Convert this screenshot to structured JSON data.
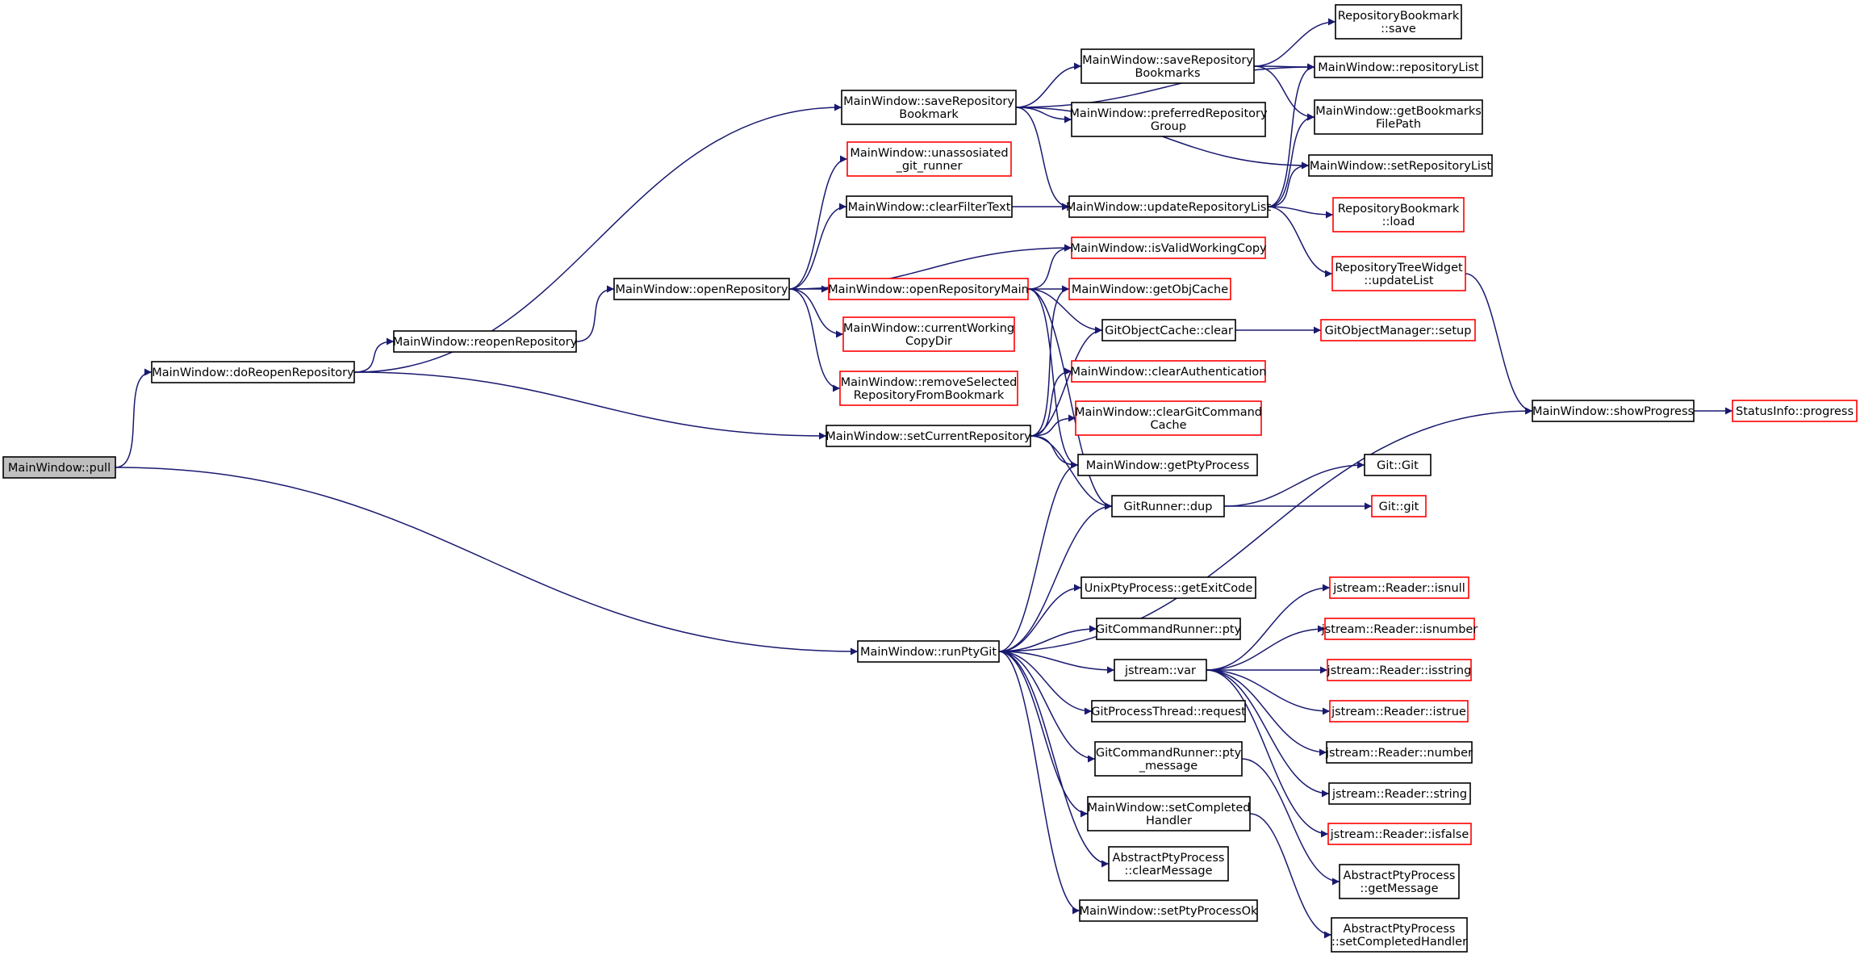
{
  "diagram": {
    "kind": "call-graph",
    "edge_color": "#191970",
    "external_node_border_color": "#ff0000",
    "root_fill_color": "#bfbfbf",
    "nodes": [
      {
        "id": "pull",
        "lines": [
          "MainWindow::pull"
        ],
        "style": "root"
      },
      {
        "id": "doReopenRepository",
        "lines": [
          "MainWindow::doReopenRepository"
        ],
        "style": "normal"
      },
      {
        "id": "saveRepositoryBookmark",
        "lines": [
          "MainWindow::saveRepository",
          "Bookmark"
        ],
        "style": "normal"
      },
      {
        "id": "saveRepositoryBookmarks",
        "lines": [
          "MainWindow::saveRepository",
          "Bookmarks"
        ],
        "style": "normal"
      },
      {
        "id": "RepositoryBookmark_save",
        "lines": [
          "RepositoryBookmark",
          "::save"
        ],
        "style": "normal"
      },
      {
        "id": "repositoryList",
        "lines": [
          "MainWindow::repositoryList"
        ],
        "style": "normal"
      },
      {
        "id": "getBookmarksFilePath",
        "lines": [
          "MainWindow::getBookmarks",
          "FilePath"
        ],
        "style": "normal"
      },
      {
        "id": "preferredRepositoryGroup",
        "lines": [
          "MainWindow::preferredRepository",
          "Group"
        ],
        "style": "normal"
      },
      {
        "id": "setRepositoryList",
        "lines": [
          "MainWindow::setRepositoryList"
        ],
        "style": "normal"
      },
      {
        "id": "updateRepositoryList",
        "lines": [
          "MainWindow::updateRepositoryList"
        ],
        "style": "normal"
      },
      {
        "id": "unassosiated_git_runner",
        "lines": [
          "MainWindow::unassosiated",
          "_git_runner"
        ],
        "style": "red"
      },
      {
        "id": "clearFilterText",
        "lines": [
          "MainWindow::clearFilterText"
        ],
        "style": "normal"
      },
      {
        "id": "RepositoryBookmark_load",
        "lines": [
          "RepositoryBookmark",
          "::load"
        ],
        "style": "red"
      },
      {
        "id": "RepositoryTreeWidget_updateList",
        "lines": [
          "RepositoryTreeWidget",
          "::updateList"
        ],
        "style": "red"
      },
      {
        "id": "isValidWorkingCopy",
        "lines": [
          "MainWindow::isValidWorkingCopy"
        ],
        "style": "red"
      },
      {
        "id": "openRepository",
        "lines": [
          "MainWindow::openRepository"
        ],
        "style": "normal"
      },
      {
        "id": "openRepositoryMain",
        "lines": [
          "MainWindow::openRepositoryMain"
        ],
        "style": "red"
      },
      {
        "id": "getObjCache",
        "lines": [
          "MainWindow::getObjCache"
        ],
        "style": "red"
      },
      {
        "id": "GitObjectCache_clear",
        "lines": [
          "GitObjectCache::clear"
        ],
        "style": "normal"
      },
      {
        "id": "GitObjectManager_setup",
        "lines": [
          "GitObjectManager::setup"
        ],
        "style": "red"
      },
      {
        "id": "reopenRepository",
        "lines": [
          "MainWindow::reopenRepository"
        ],
        "style": "normal"
      },
      {
        "id": "currentWorkingCopyDir",
        "lines": [
          "MainWindow::currentWorking",
          "CopyDir"
        ],
        "style": "red"
      },
      {
        "id": "removeSelectedRepositoryFromBookmark",
        "lines": [
          "MainWindow::removeSelected",
          "RepositoryFromBookmark"
        ],
        "style": "red"
      },
      {
        "id": "clearAuthentication",
        "lines": [
          "MainWindow::clearAuthentication"
        ],
        "style": "red"
      },
      {
        "id": "clearGitCommandCache",
        "lines": [
          "MainWindow::clearGitCommand",
          "Cache"
        ],
        "style": "red"
      },
      {
        "id": "setCurrentRepository",
        "lines": [
          "MainWindow::setCurrentRepository"
        ],
        "style": "normal"
      },
      {
        "id": "showProgress",
        "lines": [
          "MainWindow::showProgress"
        ],
        "style": "normal"
      },
      {
        "id": "StatusInfo_progress",
        "lines": [
          "StatusInfo::progress"
        ],
        "style": "red"
      },
      {
        "id": "getPtyProcess",
        "lines": [
          "MainWindow::getPtyProcess"
        ],
        "style": "normal"
      },
      {
        "id": "Git_Git",
        "lines": [
          "Git::Git"
        ],
        "style": "normal"
      },
      {
        "id": "GitRunner_dup",
        "lines": [
          "GitRunner::dup"
        ],
        "style": "normal"
      },
      {
        "id": "Git_git",
        "lines": [
          "Git::git"
        ],
        "style": "red"
      },
      {
        "id": "getExitCode",
        "lines": [
          "UnixPtyProcess::getExitCode"
        ],
        "style": "normal"
      },
      {
        "id": "jstream_isnull",
        "lines": [
          "jstream::Reader::isnull"
        ],
        "style": "red"
      },
      {
        "id": "GitCommandRunner_pty",
        "lines": [
          "GitCommandRunner::pty"
        ],
        "style": "normal"
      },
      {
        "id": "jstream_isnumber",
        "lines": [
          "jstream::Reader::isnumber"
        ],
        "style": "red"
      },
      {
        "id": "runPtyGit",
        "lines": [
          "MainWindow::runPtyGit"
        ],
        "style": "normal"
      },
      {
        "id": "jstream_var",
        "lines": [
          "jstream::var"
        ],
        "style": "normal"
      },
      {
        "id": "jstream_isstring",
        "lines": [
          "jstream::Reader::isstring"
        ],
        "style": "red"
      },
      {
        "id": "GitProcessThread_request",
        "lines": [
          "GitProcessThread::request"
        ],
        "style": "normal"
      },
      {
        "id": "jstream_istrue",
        "lines": [
          "jstream::Reader::istrue"
        ],
        "style": "red"
      },
      {
        "id": "pty_message",
        "lines": [
          "GitCommandRunner::pty",
          "_message"
        ],
        "style": "normal"
      },
      {
        "id": "jstream_number",
        "lines": [
          "jstream::Reader::number"
        ],
        "style": "normal"
      },
      {
        "id": "jstream_string",
        "lines": [
          "jstream::Reader::string"
        ],
        "style": "normal"
      },
      {
        "id": "setCompletedHandler",
        "lines": [
          "MainWindow::setCompleted",
          "Handler"
        ],
        "style": "normal"
      },
      {
        "id": "jstream_isfalse",
        "lines": [
          "jstream::Reader::isfalse"
        ],
        "style": "red"
      },
      {
        "id": "clearMessage",
        "lines": [
          "AbstractPtyProcess",
          "::clearMessage"
        ],
        "style": "normal"
      },
      {
        "id": "getMessage",
        "lines": [
          "AbstractPtyProcess",
          "::getMessage"
        ],
        "style": "normal"
      },
      {
        "id": "setPtyProcessOk",
        "lines": [
          "MainWindow::setPtyProcessOk"
        ],
        "style": "normal"
      },
      {
        "id": "AbstractPtyProcess_setCompletedHandler",
        "lines": [
          "AbstractPtyProcess",
          "::setCompletedHandler"
        ],
        "style": "normal"
      }
    ],
    "edges": [
      [
        "pull",
        "doReopenRepository"
      ],
      [
        "pull",
        "runPtyGit"
      ],
      [
        "doReopenRepository",
        "saveRepositoryBookmark"
      ],
      [
        "doReopenRepository",
        "reopenRepository"
      ],
      [
        "doReopenRepository",
        "setCurrentRepository"
      ],
      [
        "saveRepositoryBookmark",
        "saveRepositoryBookmarks"
      ],
      [
        "saveRepositoryBookmark",
        "repositoryList"
      ],
      [
        "saveRepositoryBookmark",
        "preferredRepositoryGroup"
      ],
      [
        "saveRepositoryBookmark",
        "setRepositoryList"
      ],
      [
        "saveRepositoryBookmark",
        "updateRepositoryList"
      ],
      [
        "saveRepositoryBookmarks",
        "RepositoryBookmark_save"
      ],
      [
        "saveRepositoryBookmarks",
        "repositoryList"
      ],
      [
        "saveRepositoryBookmarks",
        "getBookmarksFilePath"
      ],
      [
        "updateRepositoryList",
        "repositoryList"
      ],
      [
        "updateRepositoryList",
        "getBookmarksFilePath"
      ],
      [
        "updateRepositoryList",
        "setRepositoryList"
      ],
      [
        "updateRepositoryList",
        "RepositoryBookmark_load"
      ],
      [
        "updateRepositoryList",
        "RepositoryTreeWidget_updateList"
      ],
      [
        "RepositoryTreeWidget_updateList",
        "showProgress"
      ],
      [
        "showProgress",
        "StatusInfo_progress"
      ],
      [
        "reopenRepository",
        "openRepository"
      ],
      [
        "openRepository",
        "unassosiated_git_runner"
      ],
      [
        "openRepository",
        "clearFilterText"
      ],
      [
        "openRepository",
        "isValidWorkingCopy"
      ],
      [
        "openRepository",
        "openRepositoryMain"
      ],
      [
        "openRepository",
        "currentWorkingCopyDir"
      ],
      [
        "openRepository",
        "removeSelectedRepositoryFromBookmark"
      ],
      [
        "clearFilterText",
        "updateRepositoryList"
      ],
      [
        "openRepositoryMain",
        "isValidWorkingCopy"
      ],
      [
        "openRepositoryMain",
        "getObjCache"
      ],
      [
        "openRepositoryMain",
        "GitObjectCache_clear"
      ],
      [
        "openRepositoryMain",
        "getPtyProcess"
      ],
      [
        "openRepositoryMain",
        "GitRunner_dup"
      ],
      [
        "GitObjectCache_clear",
        "GitObjectManager_setup"
      ],
      [
        "setCurrentRepository",
        "getObjCache"
      ],
      [
        "setCurrentRepository",
        "GitObjectCache_clear"
      ],
      [
        "setCurrentRepository",
        "clearAuthentication"
      ],
      [
        "setCurrentRepository",
        "clearGitCommandCache"
      ],
      [
        "setCurrentRepository",
        "getPtyProcess"
      ],
      [
        "setCurrentRepository",
        "GitRunner_dup"
      ],
      [
        "GitRunner_dup",
        "Git_Git"
      ],
      [
        "GitRunner_dup",
        "Git_git"
      ],
      [
        "runPtyGit",
        "getPtyProcess"
      ],
      [
        "runPtyGit",
        "GitRunner_dup"
      ],
      [
        "runPtyGit",
        "showProgress"
      ],
      [
        "runPtyGit",
        "getExitCode"
      ],
      [
        "runPtyGit",
        "GitCommandRunner_pty"
      ],
      [
        "runPtyGit",
        "jstream_var"
      ],
      [
        "runPtyGit",
        "GitProcessThread_request"
      ],
      [
        "runPtyGit",
        "pty_message"
      ],
      [
        "runPtyGit",
        "setCompletedHandler"
      ],
      [
        "runPtyGit",
        "clearMessage"
      ],
      [
        "runPtyGit",
        "setPtyProcessOk"
      ],
      [
        "jstream_var",
        "jstream_isnull"
      ],
      [
        "jstream_var",
        "jstream_isnumber"
      ],
      [
        "jstream_var",
        "jstream_isstring"
      ],
      [
        "jstream_var",
        "jstream_istrue"
      ],
      [
        "jstream_var",
        "jstream_number"
      ],
      [
        "jstream_var",
        "jstream_string"
      ],
      [
        "jstream_var",
        "jstream_isfalse"
      ],
      [
        "pty_message",
        "getMessage"
      ],
      [
        "setCompletedHandler",
        "AbstractPtyProcess_setCompletedHandler"
      ]
    ]
  }
}
